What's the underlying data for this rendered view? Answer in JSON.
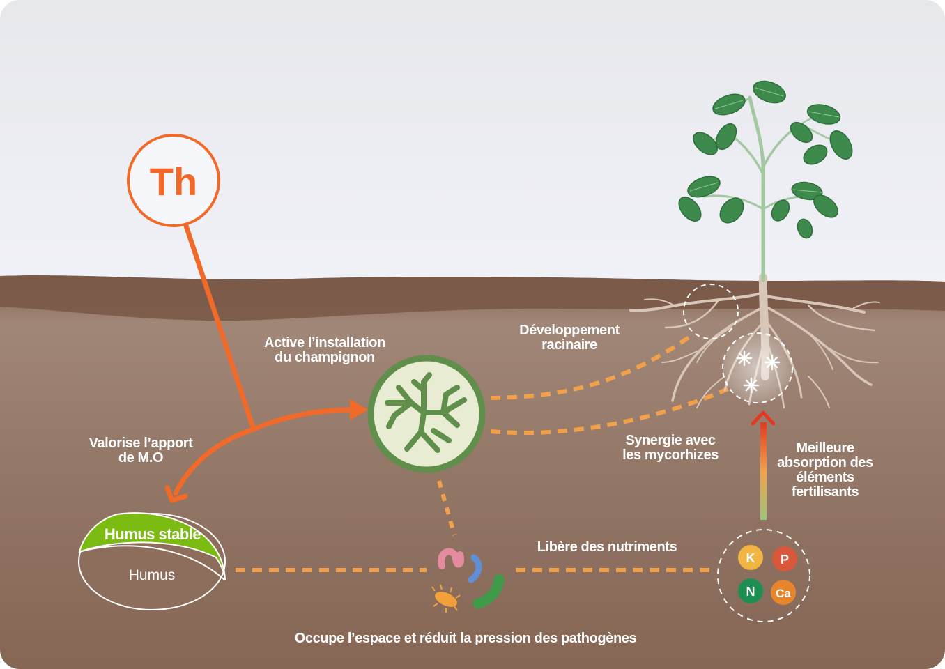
{
  "trichoderma": {
    "symbol": "Th"
  },
  "labels": {
    "activate": [
      "Active l’installation",
      "du champignon"
    ],
    "root_dev": [
      "Développement",
      "racinaire"
    ],
    "valorise": [
      "Valorise l’apport",
      "de M.O"
    ],
    "synergy": [
      "Synergie avec",
      "les mycorhizes"
    ],
    "absorption": [
      "Meilleure",
      "absorption des",
      "éléments",
      "fertilisants"
    ],
    "release": "Libère des nutriments",
    "occupy": "Occupe l’espace et réduit la pression des pathogènes"
  },
  "humus": {
    "stable": "Humus stable",
    "base": "Humus"
  },
  "nutrients": [
    {
      "symbol": "K",
      "color": "#f2b544"
    },
    {
      "symbol": "P",
      "color": "#d9573a"
    },
    {
      "symbol": "N",
      "color": "#1e8f52"
    },
    {
      "symbol": "Ca",
      "color": "#e8852a"
    }
  ],
  "colors": {
    "accent_orange": "#f26a2a",
    "dashed_orange": "#f2a04a",
    "fungus_green": "#5f8f4a",
    "humus_green": "#7cbb12",
    "leaf_green": "#3d8a4c",
    "soil_top": "#8e6f5c",
    "soil_bottom": "#8a6a5a"
  }
}
